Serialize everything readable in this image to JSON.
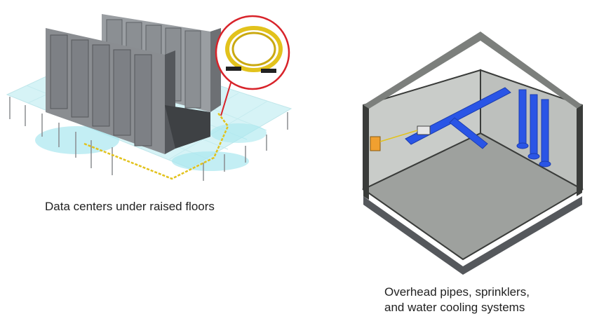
{
  "captions": {
    "left": "Data centers under raised floors",
    "right_line1": "Overhead pipes, sprinklers,",
    "right_line2": "and water cooling systems"
  },
  "colors": {
    "floor_tile": "#d6f3f6",
    "floor_glow": "#a9e7ef",
    "server_rack": "#8a8d91",
    "server_dark": "#4d5054",
    "sensor_cable": "#e2c21c",
    "callout_circle": "#d8232a",
    "room_wall": "#c9ccc9",
    "room_floor": "#9ea19e",
    "room_edge": "#3a3c3a",
    "pipe": "#2a55e6",
    "alarm_box": "#f0a030"
  },
  "icons": {
    "left": "data-center-raised-floor-illustration",
    "right": "room-overhead-pipes-illustration",
    "callout": "sensor-cable-coil-icon"
  }
}
